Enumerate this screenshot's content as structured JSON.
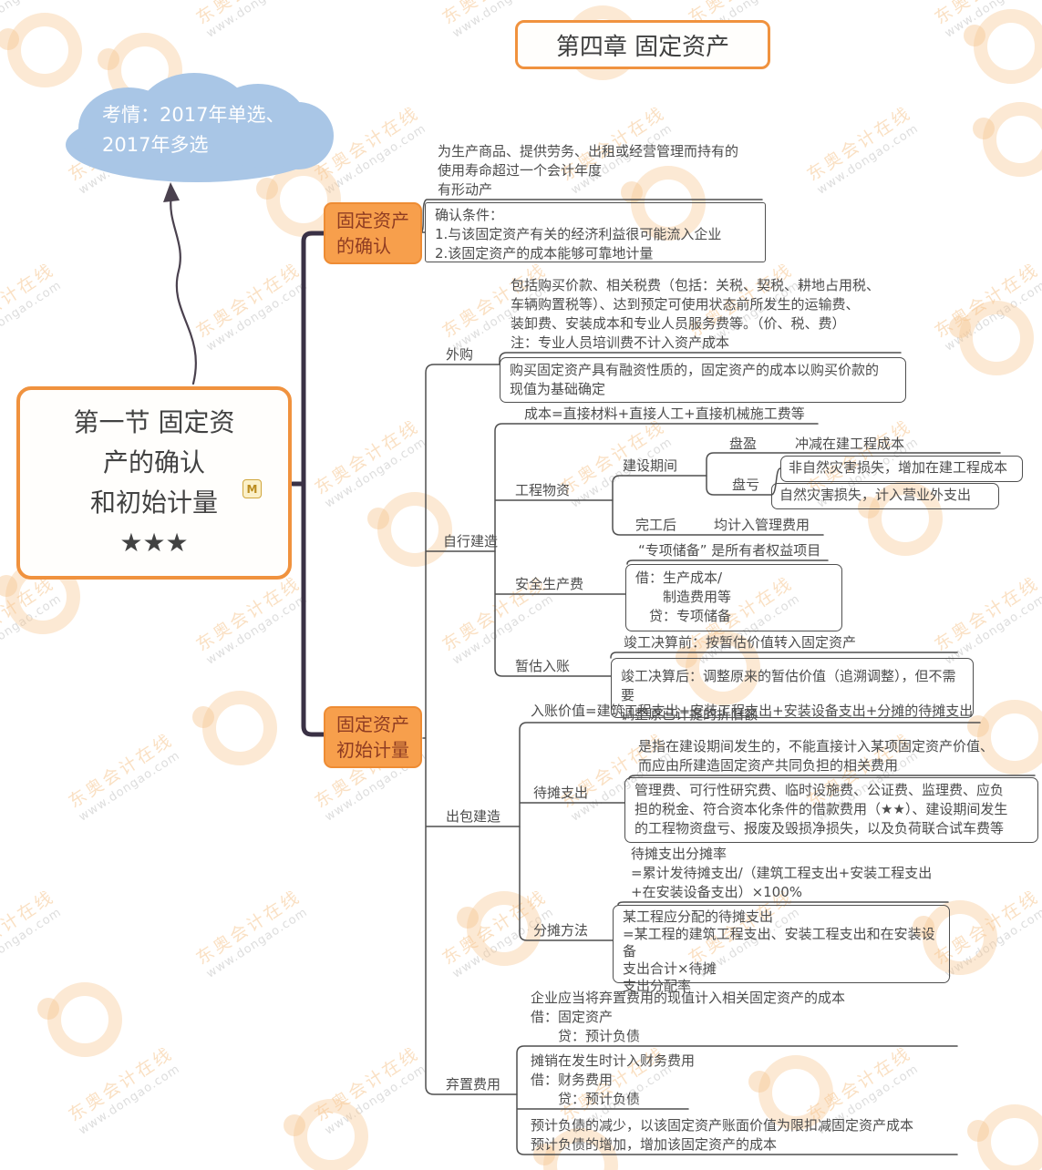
{
  "watermark": {
    "line1": "东奥会计在线",
    "line2": "www.dongao.com"
  },
  "chapter": {
    "title": "第四章 固定资产"
  },
  "exam_note": {
    "lines": [
      "考情：2017年单选、",
      "2017年多选"
    ]
  },
  "section": {
    "title_lines": [
      "第一节 固定资",
      "产的确认",
      "和初始计量",
      "★★★"
    ],
    "badge": "M"
  },
  "colors": {
    "accent_orange": "#f0923e",
    "node_fill": "#f79f4c",
    "node_text": "#8f3c22",
    "cloud_blue": "#a9c6e6",
    "line": "#4f4f4f",
    "bracket": "#3a3145"
  },
  "recognition": {
    "label_lines": [
      "固定资产",
      "的确认"
    ],
    "definition": [
      "为生产商品、提供劳务、出租或经营管理而持有的",
      "使用寿命超过一个会计年度",
      "有形动产"
    ],
    "conditions": [
      "确认条件：",
      "1.与该固定资产有关的经济利益很可能流入企业",
      "2.该固定资产的成本能够可靠地计量"
    ]
  },
  "initial_measurement": {
    "label_lines": [
      "固定资产",
      "初始计量"
    ],
    "purchase": {
      "label": "外购",
      "cost_includes": [
        "包括购买价款、相关税费（包括：关税、契税、耕地占用税、",
        "车辆购置税等）、达到预定可使用状态前所发生的运输费、",
        "装卸费、安装成本和专业人员服务费等。（价、税、费）",
        "注：专业人员培训费不计入资产成本"
      ],
      "financing": [
        "购买固定资产具有融资性质的，固定资产的成本以购买价款的",
        "现值为基础确定"
      ]
    },
    "self_construction": {
      "label": "自行建造",
      "cost_formula": "成本=直接材料+直接人工+直接机械施工费等",
      "materials": {
        "label": "工程物资",
        "construction_period": {
          "label": "建设期间",
          "surplus": {
            "label": "盘盈",
            "result": "冲减在建工程成本"
          },
          "deficit": {
            "label": "盘亏",
            "non_natural": "非自然灾害损失，增加在建工程成本",
            "natural": "自然灾害损失，计入营业外支出"
          }
        },
        "after_completion": {
          "label": "完工后",
          "result": "均计入管理费用"
        }
      },
      "safety_fee": {
        "label": "安全生产费",
        "note": "“专项储备” 是所有者权益项目",
        "entry": [
          "借：生产成本/",
          "　　制造费用等",
          "　贷：专项储备"
        ]
      },
      "provisional": {
        "label": "暂估入账",
        "before": "竣工决算前：按暂估价值转入固定资产",
        "after": [
          "竣工决算后：调整原来的暂估价值（追溯调整），但不需要",
          "调整原已计提的折旧额"
        ]
      }
    },
    "outsourced": {
      "label": "出包建造",
      "value_formula": "入账价值=建筑工程支出+安装工程支出+安装设备支出+分摊的待摊支出",
      "deferred": {
        "label": "待摊支出",
        "definition": [
          "是指在建设期间发生的，不能直接计入某项固定资产价值、",
          "而应由所建造固定资产共同负担的相关费用"
        ],
        "scope": [
          "管理费、可行性研究费、临时设施费、公证费、监理费、应负",
          "担的税金、符合资本化条件的借款费用（★★）、建设期间发生",
          "的工程物资盘亏、报废及毁损净损失，以及负荷联合试车费等"
        ]
      },
      "allocation": {
        "label": "分摊方法",
        "rate": [
          "待摊支出分摊率",
          "=累计发待摊支出/（建筑工程支出+安装工程支出",
          "+在安装设备支出）×100%"
        ],
        "amount": [
          "某工程应分配的待摊支出",
          "=某工程的建筑工程支出、安装工程支出和在安装设备",
          "支出合计×待摊",
          "支出分配率"
        ]
      }
    },
    "disposal": {
      "label": "弃置费用",
      "initial": [
        "企业应当将弃置费用的现值计入相关固定资产的成本",
        "借：固定资产",
        "　　贷：预计负债"
      ],
      "amortization": [
        "摊销在发生时计入财务费用",
        "借：财务费用",
        "　　贷：预计负债"
      ],
      "changes": [
        "预计负债的减少，以该固定资产账面价值为限扣减固定资产成本",
        "预计负债的增加，增加该固定资产的成本"
      ]
    }
  }
}
